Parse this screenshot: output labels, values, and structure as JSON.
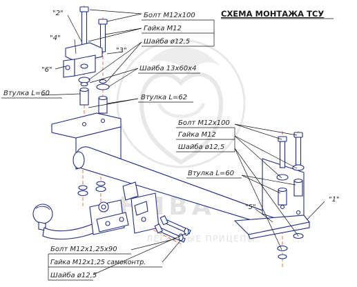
{
  "title": "СХЕМА МОНТАЖА ТСУ",
  "watermark": {
    "brand": "НИВА",
    "tagline": "ЛЕГКОВЫЕ ПРИЦЕПЫ"
  },
  "callouts": {
    "n2": "\"2\"",
    "n4": "\"4\"",
    "n6": "\"6\"",
    "n3": "\"3\"",
    "n5": "\"5\"",
    "n1": "\"1\""
  },
  "labels": {
    "top_bolt": "Болт М12х100",
    "top_nut": "Гайка М12",
    "top_washer": "Шайба ø12,5",
    "plate_washer": "Шайба 13х60х4",
    "sleeve_left": "Втулка L=60",
    "sleeve_center": "Втулка L=62",
    "right_bolt": "Болт М12х100",
    "right_nut": "Гайка М12",
    "right_washer": "Шайба ø12,5",
    "sleeve_right": "Втулка L=60",
    "bottom_bolt": "Болт М12х1,25х90",
    "bottom_nut": "Гайка М12х1,25 самоконтр.",
    "bottom_washer": "Шайба ø12,5"
  },
  "colors": {
    "part_stroke": "#1c2a8c",
    "axis_line": "#e0501a",
    "text": "#222222",
    "watermark": "#e2e2e2"
  }
}
